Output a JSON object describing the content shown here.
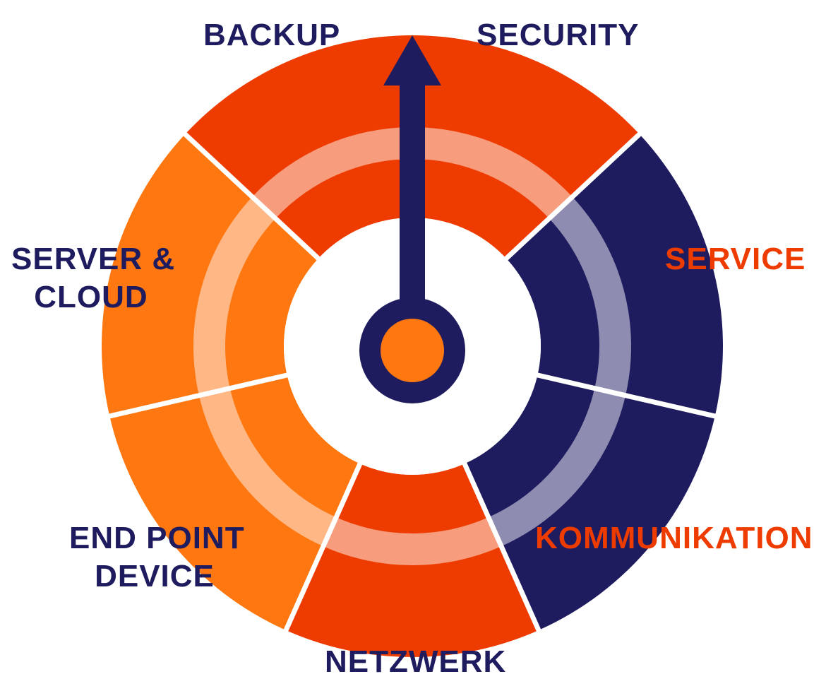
{
  "colors": {
    "navy": "#1e1c5e",
    "red_orange": "#ee3c00",
    "orange": "#fe7710",
    "ring_on_red": "#f79c7d",
    "ring_on_orange": "#ffb785",
    "ring_on_navy": "#8e8cb0",
    "hub_center": "#fe7710",
    "separator": "#ffffff"
  },
  "segments": [
    {
      "id": "backup-security",
      "color": "red_orange",
      "ring": "ring_on_red"
    },
    {
      "id": "service",
      "color": "navy",
      "ring": "ring_on_navy"
    },
    {
      "id": "kommunikation",
      "color": "navy",
      "ring": "ring_on_navy"
    },
    {
      "id": "netzwerk",
      "color": "red_orange",
      "ring": "ring_on_red"
    },
    {
      "id": "end-point-device",
      "color": "orange",
      "ring": "ring_on_orange"
    },
    {
      "id": "server-cloud",
      "color": "orange",
      "ring": "ring_on_orange"
    }
  ],
  "labels": {
    "backup": "BACKUP",
    "security": "SECURITY",
    "service": "SERVICE",
    "kommunikation": "KOMMUNIKATION",
    "netzwerk": "NETZWERK",
    "end_point_device": {
      "line1": "END POINT",
      "line2": "DEVICE"
    },
    "server_cloud": {
      "line1": "SERVER &",
      "line2": "CLOUD"
    }
  },
  "pointer": {
    "direction": "up",
    "color": "navy"
  }
}
